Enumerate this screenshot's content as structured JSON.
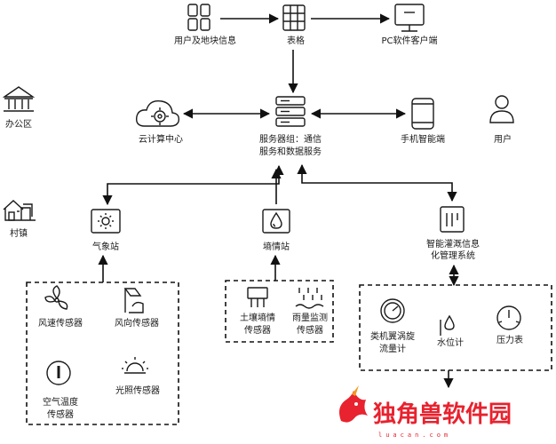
{
  "nodes": {
    "user_land_info": "用户及地块信息",
    "table": "表格",
    "pc_client": "PC软件客户端",
    "office": "办公区",
    "cloud_center": "云计算中心",
    "server_line1": "服务器组：通信",
    "server_line2": "服务和数据服务",
    "mobile": "手机智能端",
    "user": "用户",
    "village": "村镇",
    "weather_station": "气象站",
    "soil_station": "墒情站",
    "irrigation_line1": "智能灌溉信息",
    "irrigation_line2": "化管理系统"
  },
  "weather_sensors": {
    "wind_speed": "风速传感器",
    "wind_direction": "风向传感器",
    "air_temp_line1": "空气温度",
    "air_temp_line2": "传感器",
    "light": "光照传感器"
  },
  "soil_sensors": {
    "soil_line1": "土壤墒情",
    "soil_line2": "传感器",
    "rain_line1": "雨量监测",
    "rain_line2": "传感器"
  },
  "irrigation_devices": {
    "flowmeter_line1": "类机翼涡旋",
    "flowmeter_line2": "流量计",
    "water_level": "水位计",
    "pressure": "压力表"
  },
  "watermark": {
    "text": "独角兽软件园",
    "url": "luacan.com"
  },
  "colors": {
    "watermark": "#e8222e"
  }
}
